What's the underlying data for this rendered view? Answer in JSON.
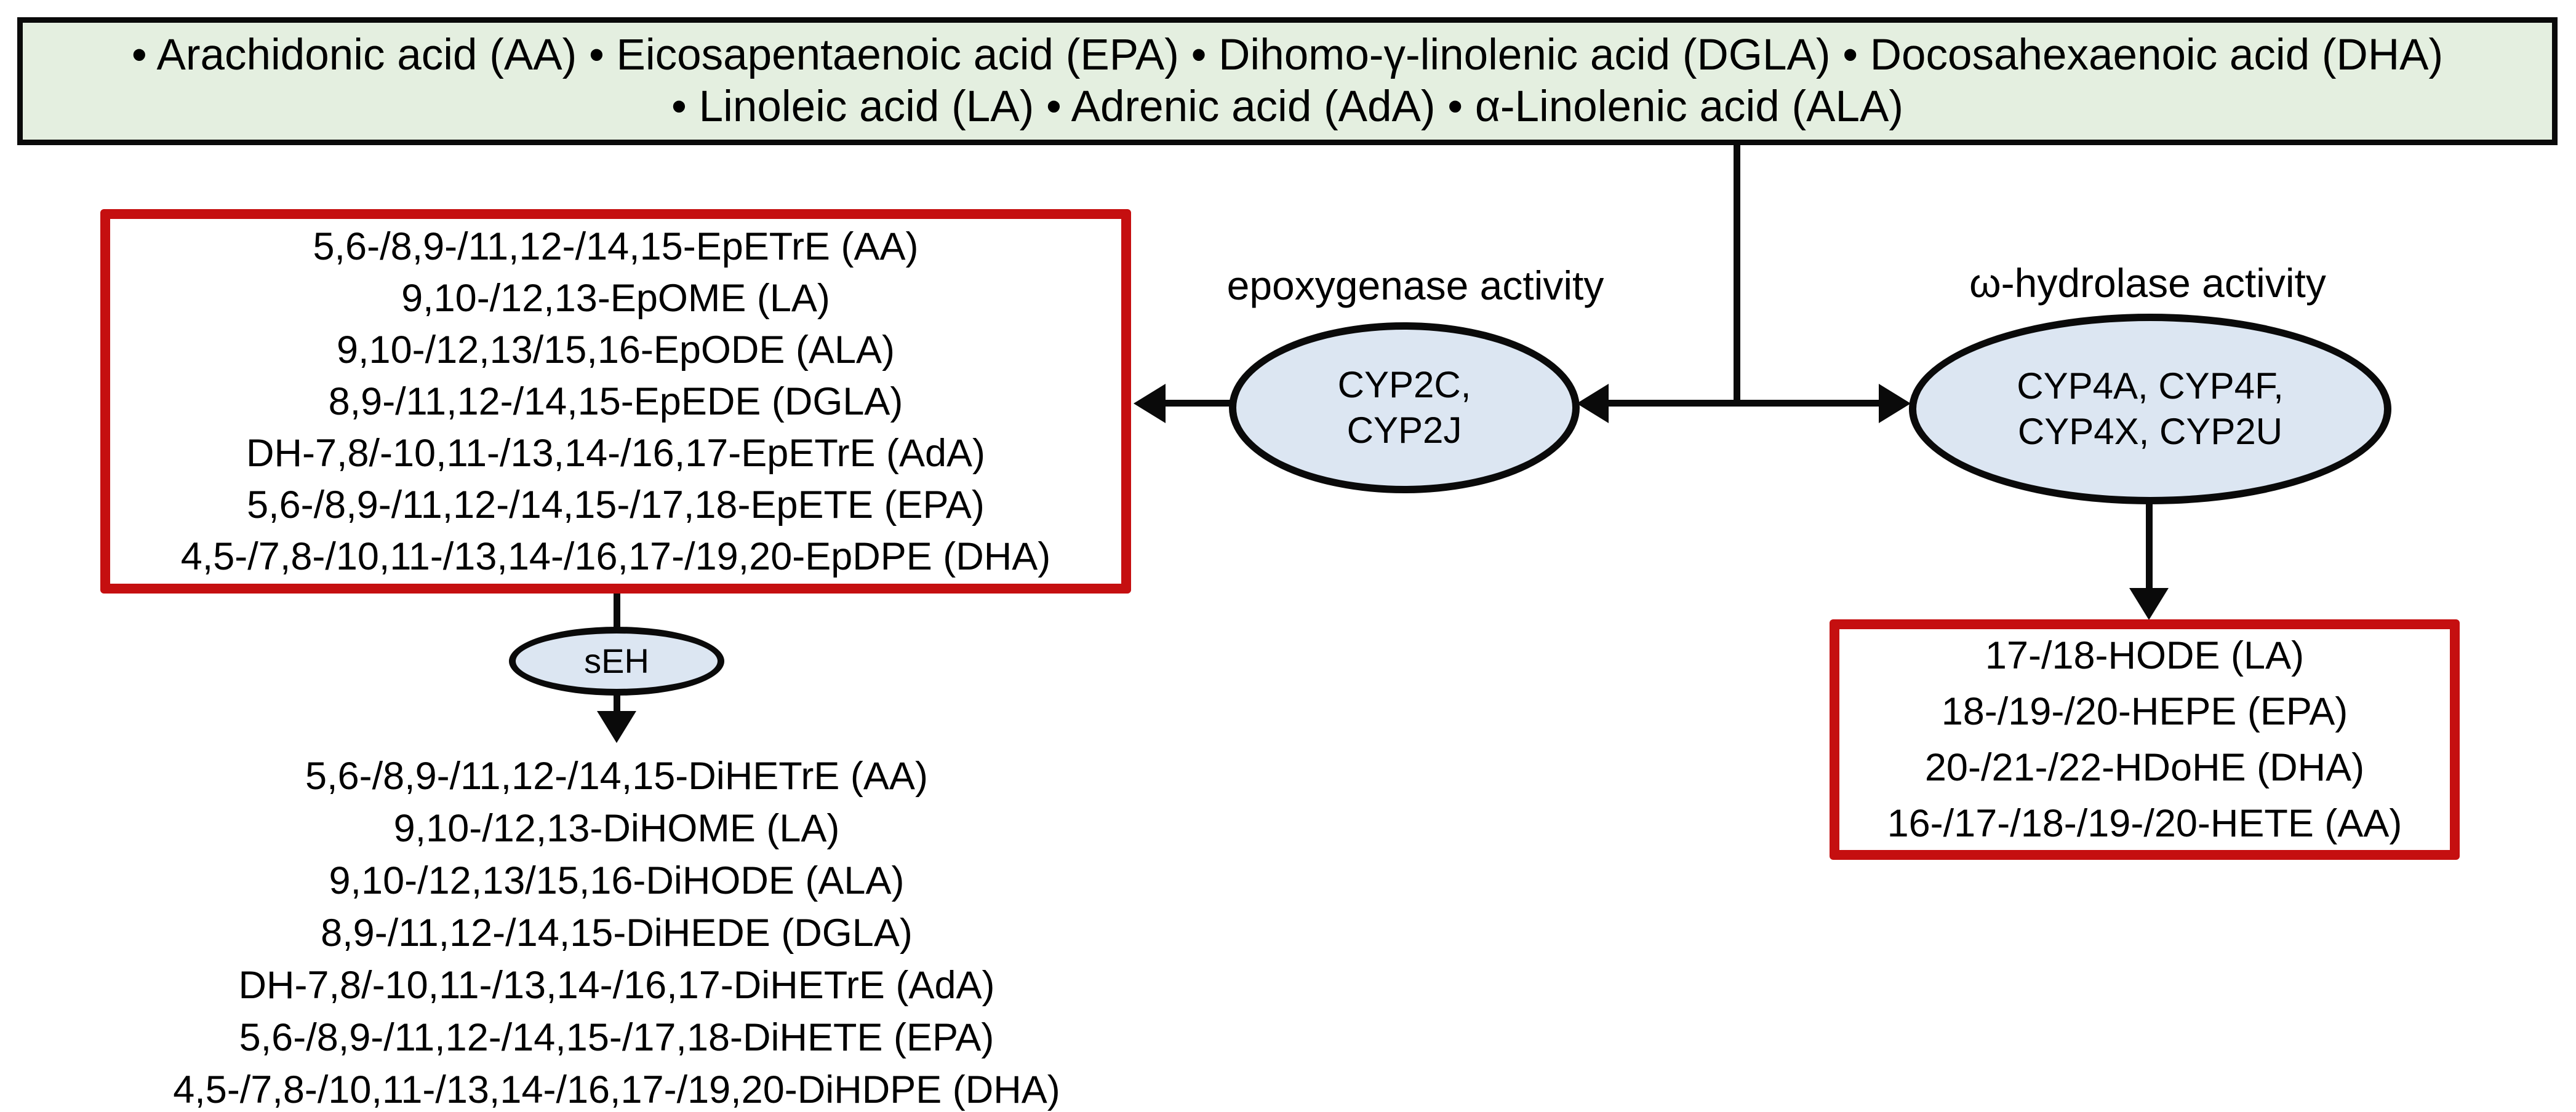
{
  "substrates_box": {
    "line1": "• Arachidonic acid (AA) • Eicosapentaenoic acid (EPA) • Dihomo-γ-linolenic acid (DGLA) • Docosahexaenoic acid (DHA)",
    "line2": "• Linoleic acid (LA) • Adrenic acid (AdA) • α-Linolenic acid (ALA)"
  },
  "epoxygenase": {
    "label": "epoxygenase activity",
    "enzymes_line1": "CYP2C,",
    "enzymes_line2": "CYP2J"
  },
  "hydrolase": {
    "label": "ω-hydrolase activity",
    "enzymes_line1": "CYP4A, CYP4F,",
    "enzymes_line2": "CYP4X, CYP2U"
  },
  "seh": {
    "label": "sEH"
  },
  "epoxide_box": {
    "lines": [
      "5,6-/8,9-/11,12-/14,15-EpETrE (AA)",
      "9,10-/12,13-EpOME (LA)",
      "9,10-/12,13/15,16-EpODE (ALA)",
      "8,9-/11,12-/14,15-EpEDE (DGLA)",
      "DH-7,8/-10,11-/13,14-/16,17-EpETrE (AdA)",
      "5,6-/8,9-/11,12-/14,15-/17,18-EpETE (EPA)",
      "4,5-/7,8-/10,11-/13,14-/16,17-/19,20-EpDPE (DHA)"
    ]
  },
  "hydroxy_box": {
    "lines": [
      "17-/18-HODE (LA)",
      "18-/19-/20-HEPE (EPA)",
      "20-/21-/22-HDoHE (DHA)",
      "16-/17-/18-/19-/20-HETE (AA)"
    ]
  },
  "diol_list": {
    "lines": [
      "5,6-/8,9-/11,12-/14,15-DiHETrE (AA)",
      "9,10-/12,13-DiHOME (LA)",
      "9,10-/12,13/15,16-DiHODE (ALA)",
      "8,9-/11,12-/14,15-DiHEDE (DGLA)",
      "DH-7,8/-10,11-/13,14-/16,17-DiHETrE (AdA)",
      "5,6-/8,9-/11,12-/14,15-/17,18-DiHETE (EPA)",
      "4,5-/7,8-/10,11-/13,14-/16,17-/19,20-DiHDPE (DHA)"
    ]
  },
  "colors": {
    "substrate_box_fill": "#e4efe0",
    "product_box_border": "#c50f10",
    "enzyme_ellipse_fill": "#dce6f2",
    "stroke": "#0a0a0a"
  }
}
